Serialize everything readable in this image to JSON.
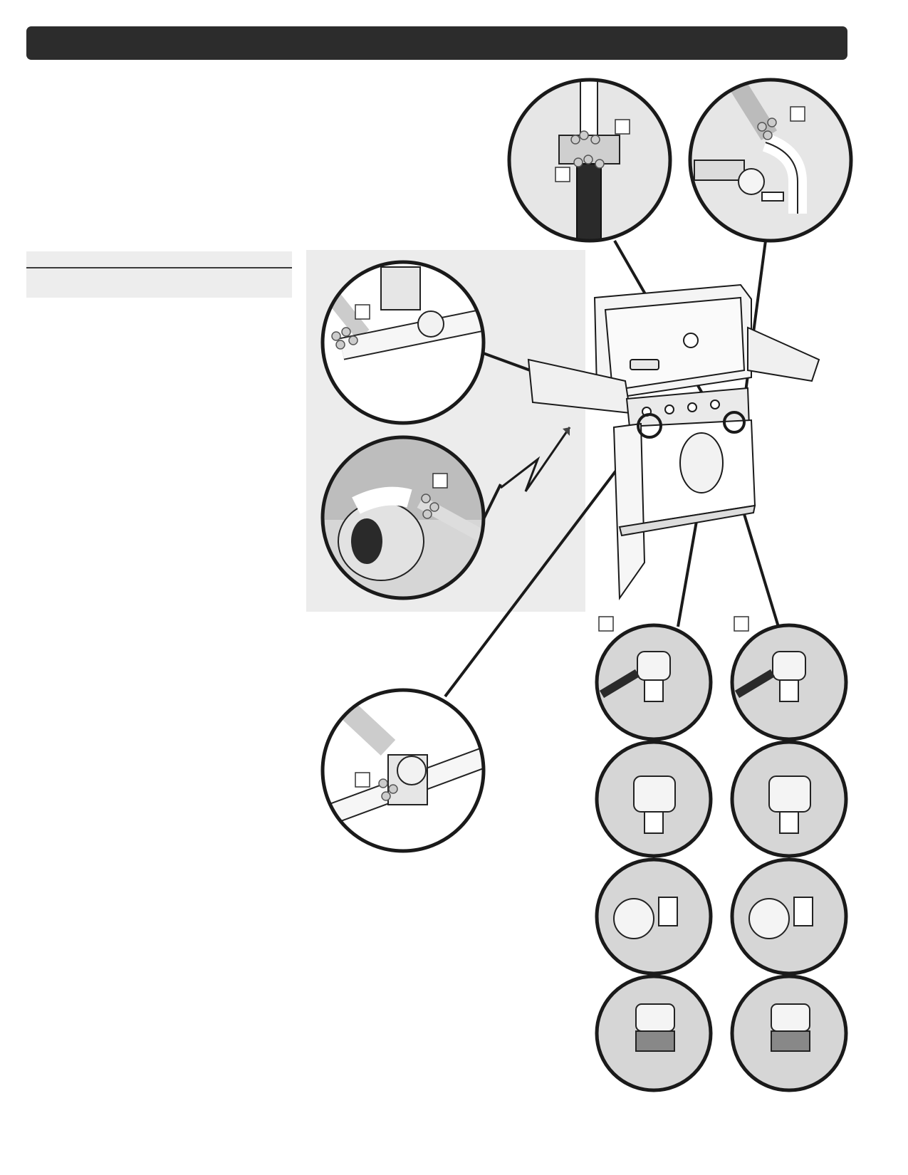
{
  "header": {
    "title": ""
  },
  "side_box": {
    "title": "",
    "text": ""
  },
  "callouts": {
    "top_left_a": "",
    "top_left_b": "",
    "top_right": "",
    "mid_upper": "",
    "mid_lower": "",
    "lower_left": "",
    "column_left": "",
    "column_right": ""
  },
  "colors": {
    "header_bar": "#2c2c2c",
    "panel": "#ececec",
    "line": "#1a1a1a"
  },
  "icons": [
    "grill-illustration",
    "leak-check-bubbles",
    "lp-tank-regulator",
    "arrow-icon"
  ]
}
